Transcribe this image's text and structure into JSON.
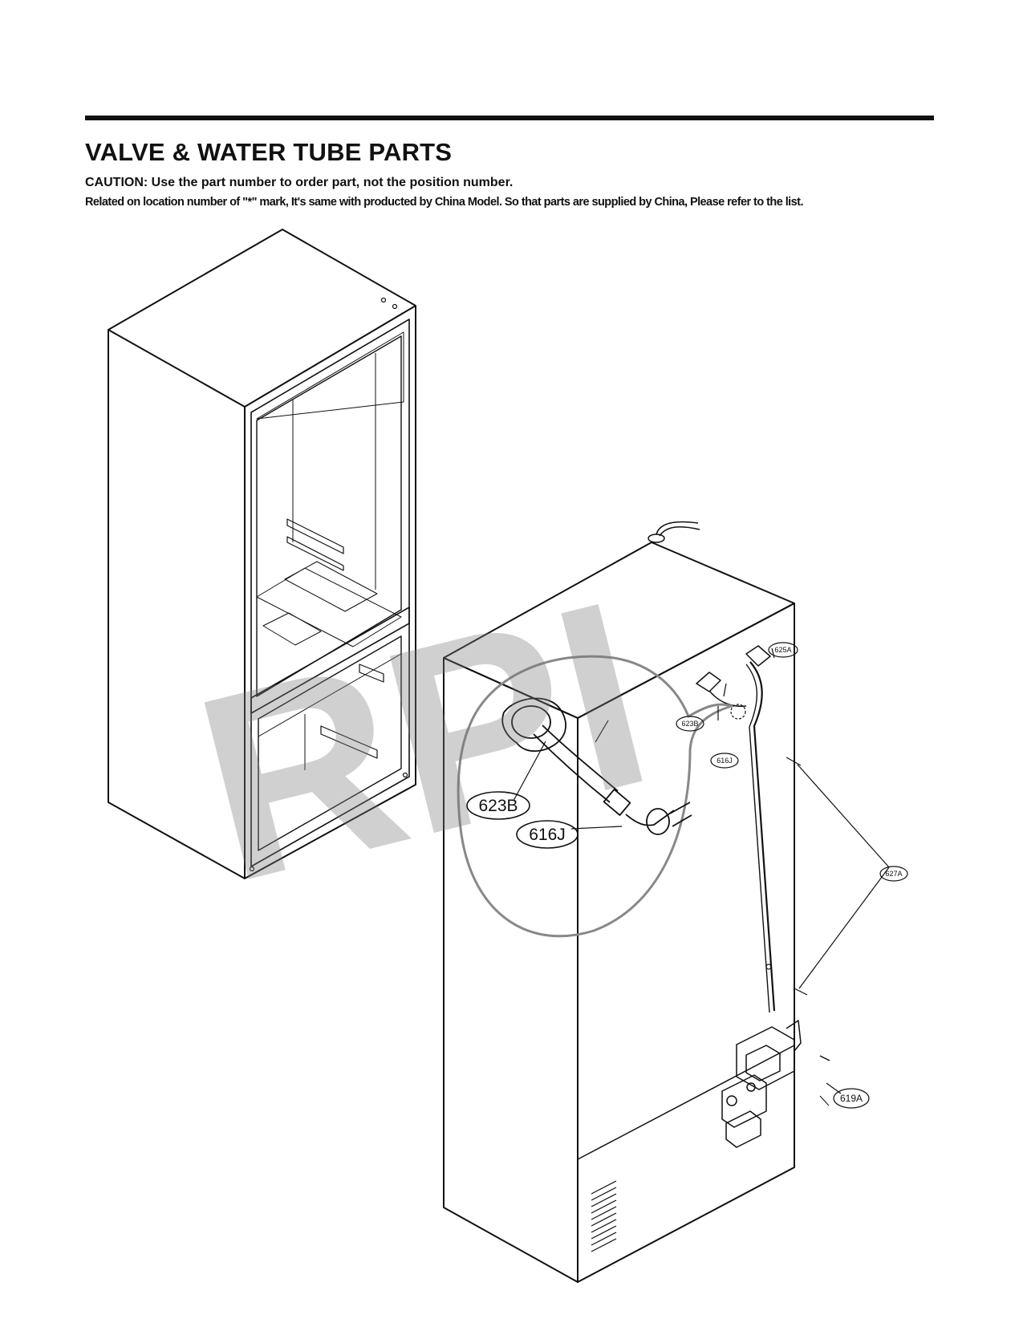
{
  "header": {
    "title": "VALVE & WATER TUBE PARTS",
    "caution": "CAUTION: Use the part number to order part, not the position number.",
    "related_note": "Related on location number of \"*\" mark, It's same with producted by China Model. So that parts are supplied by China, Please refer to the list."
  },
  "watermark": {
    "text": "RPI"
  },
  "callouts": {
    "detail_623B": "623B",
    "detail_616J": "616J",
    "p625A": "625A",
    "p623B": "623B",
    "p616J": "616J",
    "p627A": "627A",
    "p619A": "619A"
  }
}
